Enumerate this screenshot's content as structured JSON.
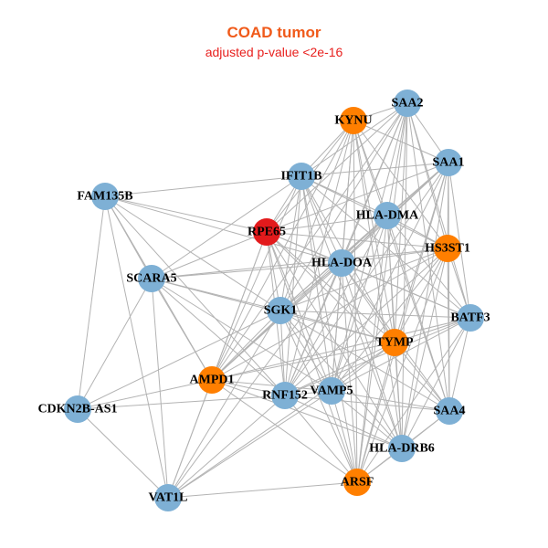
{
  "title": "COAD tumor",
  "subtitle": "adjusted p-value <2e-16",
  "colors": {
    "default": "#7EB0D5",
    "highlight": "#FF7F00",
    "query": "#E31A1C",
    "edge": "#B3B3B3"
  },
  "nodes": [
    {
      "id": "SAA2",
      "group": "default"
    },
    {
      "id": "KYNU",
      "group": "highlight"
    },
    {
      "id": "SAA1",
      "group": "default"
    },
    {
      "id": "IFIT1B",
      "group": "default"
    },
    {
      "id": "FAM135B",
      "group": "default"
    },
    {
      "id": "HLA-DMA",
      "group": "default"
    },
    {
      "id": "RPE65",
      "group": "query"
    },
    {
      "id": "HS3ST1",
      "group": "highlight"
    },
    {
      "id": "HLA-DOA",
      "group": "default"
    },
    {
      "id": "SCARA5",
      "group": "default"
    },
    {
      "id": "SGK1",
      "group": "default"
    },
    {
      "id": "BATF3",
      "group": "default"
    },
    {
      "id": "TYMP",
      "group": "highlight"
    },
    {
      "id": "AMPD1",
      "group": "highlight"
    },
    {
      "id": "CDKN2B-AS1",
      "group": "default"
    },
    {
      "id": "RNF152",
      "group": "default"
    },
    {
      "id": "VAMP5",
      "group": "default"
    },
    {
      "id": "SAA4",
      "group": "default"
    },
    {
      "id": "HLA-DRB6",
      "group": "default"
    },
    {
      "id": "ARSF",
      "group": "highlight"
    },
    {
      "id": "VAT1L",
      "group": "default"
    }
  ],
  "edges": [
    [
      "SAA2",
      "KYNU"
    ],
    [
      "SAA2",
      "SAA1"
    ],
    [
      "SAA2",
      "IFIT1B"
    ],
    [
      "SAA2",
      "HLA-DMA"
    ],
    [
      "SAA2",
      "RPE65"
    ],
    [
      "SAA2",
      "HLA-DOA"
    ],
    [
      "SAA2",
      "SGK1"
    ],
    [
      "SAA2",
      "TYMP"
    ],
    [
      "SAA2",
      "RNF152"
    ],
    [
      "SAA2",
      "VAMP5"
    ],
    [
      "SAA2",
      "HLA-DRB6"
    ],
    [
      "SAA2",
      "ARSF"
    ],
    [
      "SAA2",
      "SAA4"
    ],
    [
      "SAA2",
      "HS3ST1"
    ],
    [
      "SAA2",
      "BATF3"
    ],
    [
      "SAA2",
      "AMPD1"
    ],
    [
      "KYNU",
      "SAA1"
    ],
    [
      "KYNU",
      "IFIT1B"
    ],
    [
      "KYNU",
      "HLA-DMA"
    ],
    [
      "KYNU",
      "RPE65"
    ],
    [
      "KYNU",
      "HLA-DOA"
    ],
    [
      "KYNU",
      "SGK1"
    ],
    [
      "KYNU",
      "TYMP"
    ],
    [
      "KYNU",
      "RNF152"
    ],
    [
      "KYNU",
      "VAMP5"
    ],
    [
      "KYNU",
      "HLA-DRB6"
    ],
    [
      "KYNU",
      "ARSF"
    ],
    [
      "KYNU",
      "SAA4"
    ],
    [
      "KYNU",
      "HS3ST1"
    ],
    [
      "KYNU",
      "AMPD1"
    ],
    [
      "SAA1",
      "IFIT1B"
    ],
    [
      "SAA1",
      "HLA-DMA"
    ],
    [
      "SAA1",
      "RPE65"
    ],
    [
      "SAA1",
      "HLA-DOA"
    ],
    [
      "SAA1",
      "SGK1"
    ],
    [
      "SAA1",
      "TYMP"
    ],
    [
      "SAA1",
      "RNF152"
    ],
    [
      "SAA1",
      "VAMP5"
    ],
    [
      "SAA1",
      "HLA-DRB6"
    ],
    [
      "SAA1",
      "ARSF"
    ],
    [
      "SAA1",
      "SAA4"
    ],
    [
      "SAA1",
      "HS3ST1"
    ],
    [
      "SAA1",
      "BATF3"
    ],
    [
      "SAA1",
      "AMPD1"
    ],
    [
      "IFIT1B",
      "FAM135B"
    ],
    [
      "IFIT1B",
      "HLA-DMA"
    ],
    [
      "IFIT1B",
      "RPE65"
    ],
    [
      "IFIT1B",
      "HLA-DOA"
    ],
    [
      "IFIT1B",
      "SGK1"
    ],
    [
      "IFIT1B",
      "TYMP"
    ],
    [
      "IFIT1B",
      "RNF152"
    ],
    [
      "IFIT1B",
      "VAMP5"
    ],
    [
      "IFIT1B",
      "HLA-DRB6"
    ],
    [
      "IFIT1B",
      "ARSF"
    ],
    [
      "IFIT1B",
      "HS3ST1"
    ],
    [
      "IFIT1B",
      "SCARA5"
    ],
    [
      "IFIT1B",
      "AMPD1"
    ],
    [
      "IFIT1B",
      "BATF3"
    ],
    [
      "FAM135B",
      "RPE65"
    ],
    [
      "FAM135B",
      "SCARA5"
    ],
    [
      "FAM135B",
      "CDKN2B-AS1"
    ],
    [
      "FAM135B",
      "VAT1L"
    ],
    [
      "FAM135B",
      "AMPD1"
    ],
    [
      "FAM135B",
      "SGK1"
    ],
    [
      "FAM135B",
      "HLA-DOA"
    ],
    [
      "FAM135B",
      "RNF152"
    ],
    [
      "HLA-DMA",
      "RPE65"
    ],
    [
      "HLA-DMA",
      "HLA-DOA"
    ],
    [
      "HLA-DMA",
      "SGK1"
    ],
    [
      "HLA-DMA",
      "TYMP"
    ],
    [
      "HLA-DMA",
      "RNF152"
    ],
    [
      "HLA-DMA",
      "VAMP5"
    ],
    [
      "HLA-DMA",
      "HLA-DRB6"
    ],
    [
      "HLA-DMA",
      "ARSF"
    ],
    [
      "HLA-DMA",
      "SAA4"
    ],
    [
      "HLA-DMA",
      "HS3ST1"
    ],
    [
      "HLA-DMA",
      "BATF3"
    ],
    [
      "HLA-DMA",
      "AMPD1"
    ],
    [
      "RPE65",
      "HLA-DOA"
    ],
    [
      "RPE65",
      "SGK1"
    ],
    [
      "RPE65",
      "TYMP"
    ],
    [
      "RPE65",
      "RNF152"
    ],
    [
      "RPE65",
      "VAMP5"
    ],
    [
      "RPE65",
      "HLA-DRB6"
    ],
    [
      "RPE65",
      "ARSF"
    ],
    [
      "RPE65",
      "SCARA5"
    ],
    [
      "RPE65",
      "AMPD1"
    ],
    [
      "RPE65",
      "HS3ST1"
    ],
    [
      "RPE65",
      "VAT1L"
    ],
    [
      "RPE65",
      "SAA4"
    ],
    [
      "RPE65",
      "BATF3"
    ],
    [
      "HS3ST1",
      "HLA-DOA"
    ],
    [
      "HS3ST1",
      "SGK1"
    ],
    [
      "HS3ST1",
      "TYMP"
    ],
    [
      "HS3ST1",
      "RNF152"
    ],
    [
      "HS3ST1",
      "VAMP5"
    ],
    [
      "HS3ST1",
      "HLA-DRB6"
    ],
    [
      "HS3ST1",
      "ARSF"
    ],
    [
      "HS3ST1",
      "SAA4"
    ],
    [
      "HS3ST1",
      "BATF3"
    ],
    [
      "HS3ST1",
      "AMPD1"
    ],
    [
      "HLA-DOA",
      "SGK1"
    ],
    [
      "HLA-DOA",
      "TYMP"
    ],
    [
      "HLA-DOA",
      "RNF152"
    ],
    [
      "HLA-DOA",
      "VAMP5"
    ],
    [
      "HLA-DOA",
      "HLA-DRB6"
    ],
    [
      "HLA-DOA",
      "ARSF"
    ],
    [
      "HLA-DOA",
      "SAA4"
    ],
    [
      "HLA-DOA",
      "BATF3"
    ],
    [
      "HLA-DOA",
      "SCARA5"
    ],
    [
      "HLA-DOA",
      "AMPD1"
    ],
    [
      "HLA-DOA",
      "VAT1L"
    ],
    [
      "SCARA5",
      "SGK1"
    ],
    [
      "SCARA5",
      "CDKN2B-AS1"
    ],
    [
      "SCARA5",
      "VAT1L"
    ],
    [
      "SCARA5",
      "AMPD1"
    ],
    [
      "SCARA5",
      "RNF152"
    ],
    [
      "SCARA5",
      "VAMP5"
    ],
    [
      "SCARA5",
      "TYMP"
    ],
    [
      "SCARA5",
      "HS3ST1"
    ],
    [
      "SGK1",
      "TYMP"
    ],
    [
      "SGK1",
      "RNF152"
    ],
    [
      "SGK1",
      "VAMP5"
    ],
    [
      "SGK1",
      "HLA-DRB6"
    ],
    [
      "SGK1",
      "ARSF"
    ],
    [
      "SGK1",
      "SAA4"
    ],
    [
      "SGK1",
      "BATF3"
    ],
    [
      "SGK1",
      "AMPD1"
    ],
    [
      "SGK1",
      "VAT1L"
    ],
    [
      "SGK1",
      "CDKN2B-AS1"
    ],
    [
      "BATF3",
      "TYMP"
    ],
    [
      "BATF3",
      "RNF152"
    ],
    [
      "BATF3",
      "VAMP5"
    ],
    [
      "BATF3",
      "HLA-DRB6"
    ],
    [
      "BATF3",
      "ARSF"
    ],
    [
      "BATF3",
      "SAA4"
    ],
    [
      "BATF3",
      "AMPD1"
    ],
    [
      "TYMP",
      "RNF152"
    ],
    [
      "TYMP",
      "VAMP5"
    ],
    [
      "TYMP",
      "HLA-DRB6"
    ],
    [
      "TYMP",
      "ARSF"
    ],
    [
      "TYMP",
      "SAA4"
    ],
    [
      "TYMP",
      "AMPD1"
    ],
    [
      "TYMP",
      "VAT1L"
    ],
    [
      "AMPD1",
      "CDKN2B-AS1"
    ],
    [
      "AMPD1",
      "RNF152"
    ],
    [
      "AMPD1",
      "VAMP5"
    ],
    [
      "AMPD1",
      "VAT1L"
    ],
    [
      "AMPD1",
      "ARSF"
    ],
    [
      "AMPD1",
      "HLA-DRB6"
    ],
    [
      "CDKN2B-AS1",
      "RNF152"
    ],
    [
      "CDKN2B-AS1",
      "VAT1L"
    ],
    [
      "RNF152",
      "VAMP5"
    ],
    [
      "RNF152",
      "HLA-DRB6"
    ],
    [
      "RNF152",
      "ARSF"
    ],
    [
      "RNF152",
      "SAA4"
    ],
    [
      "RNF152",
      "VAT1L"
    ],
    [
      "VAMP5",
      "HLA-DRB6"
    ],
    [
      "VAMP5",
      "ARSF"
    ],
    [
      "VAMP5",
      "SAA4"
    ],
    [
      "VAMP5",
      "VAT1L"
    ],
    [
      "SAA4",
      "HLA-DRB6"
    ],
    [
      "SAA4",
      "ARSF"
    ],
    [
      "HLA-DRB6",
      "ARSF"
    ],
    [
      "ARSF",
      "VAT1L"
    ]
  ]
}
